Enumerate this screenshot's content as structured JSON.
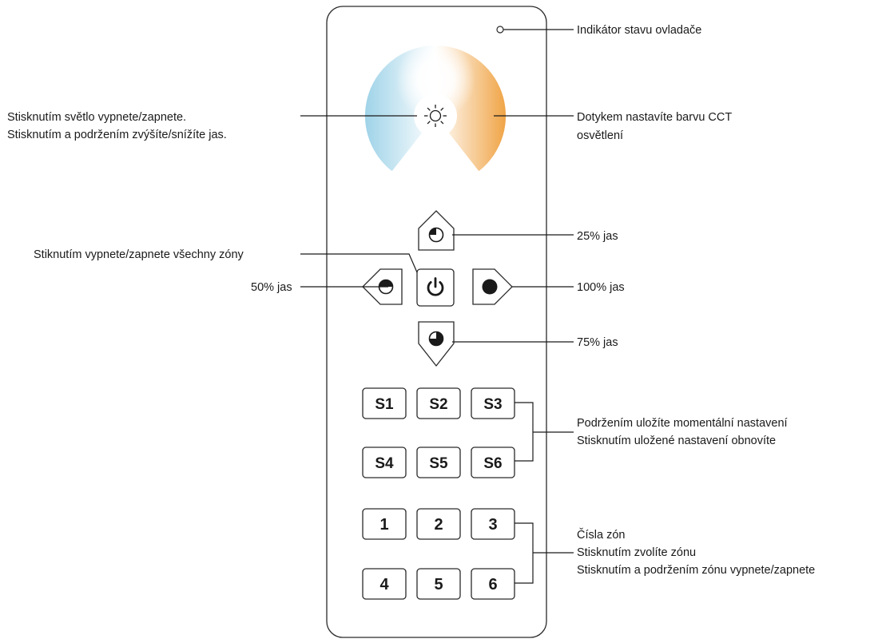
{
  "remote": {
    "buttons": {
      "scenes": [
        "S1",
        "S2",
        "S3",
        "S4",
        "S5",
        "S6"
      ],
      "zones": [
        "1",
        "2",
        "3",
        "4",
        "5",
        "6"
      ]
    }
  },
  "annotations": {
    "status_indicator": "Indikátor stavu ovladače",
    "cct_touch_line1": "Dotykem nastavíte barvu CCT",
    "cct_touch_line2": "osvětlení",
    "light_press_line1": "Stisknutím světlo vypnete/zapnete.",
    "light_press_line2": "Stisknutím a podržením zvýšíte/snížíte jas.",
    "all_zones": "Stiknutím vypnete/zapnete všechny zóny",
    "brightness_25": "25% jas",
    "brightness_50": "50% jas",
    "brightness_100": "100% jas",
    "brightness_75": "75% jas",
    "scene_line1": "Podržením uložíte momentální nastavení",
    "scene_line2": "Stisknutím uložené nastavení obnovíte",
    "zone_line1": "Čísla zón",
    "zone_line2": "Stisknutím zvolíte zónu",
    "zone_line3": "Stisknutím a podržením zónu vypnete/zapnete"
  },
  "colors": {
    "cool_white": "#a9d9ea",
    "warm_white": "#f2a84a",
    "outline": "#2a2a2a"
  }
}
